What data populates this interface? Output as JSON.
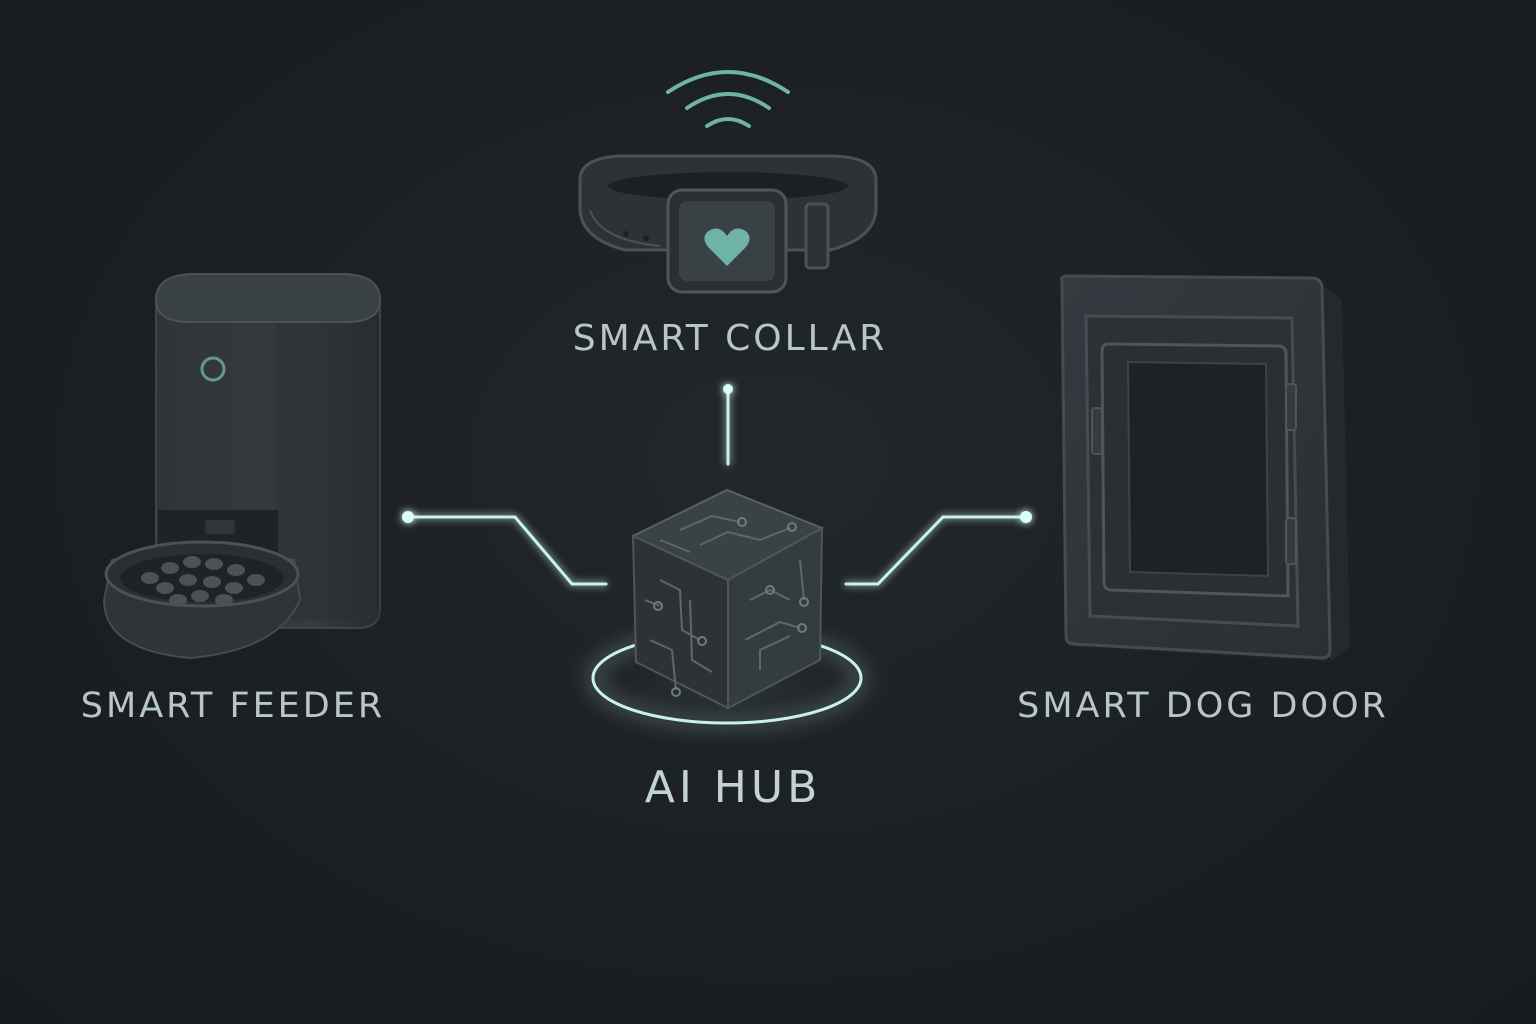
{
  "devices": {
    "collar": {
      "label": "SMART COLLAR",
      "icon": "smart-collar-icon"
    },
    "feeder": {
      "label": "SMART FEEDER",
      "icon": "smart-feeder-icon"
    },
    "door": {
      "label": "SMART DOG DOOR",
      "icon": "smart-dog-door-icon"
    },
    "hub": {
      "label": "AI HUB",
      "icon": "ai-hub-cube-icon"
    }
  },
  "colors": {
    "background": "#1c2023",
    "device_body": "#33393d",
    "label": "#b7c7c3",
    "connector_glow": "#c9f2ea",
    "accent_teal": "#6fb3a8"
  }
}
